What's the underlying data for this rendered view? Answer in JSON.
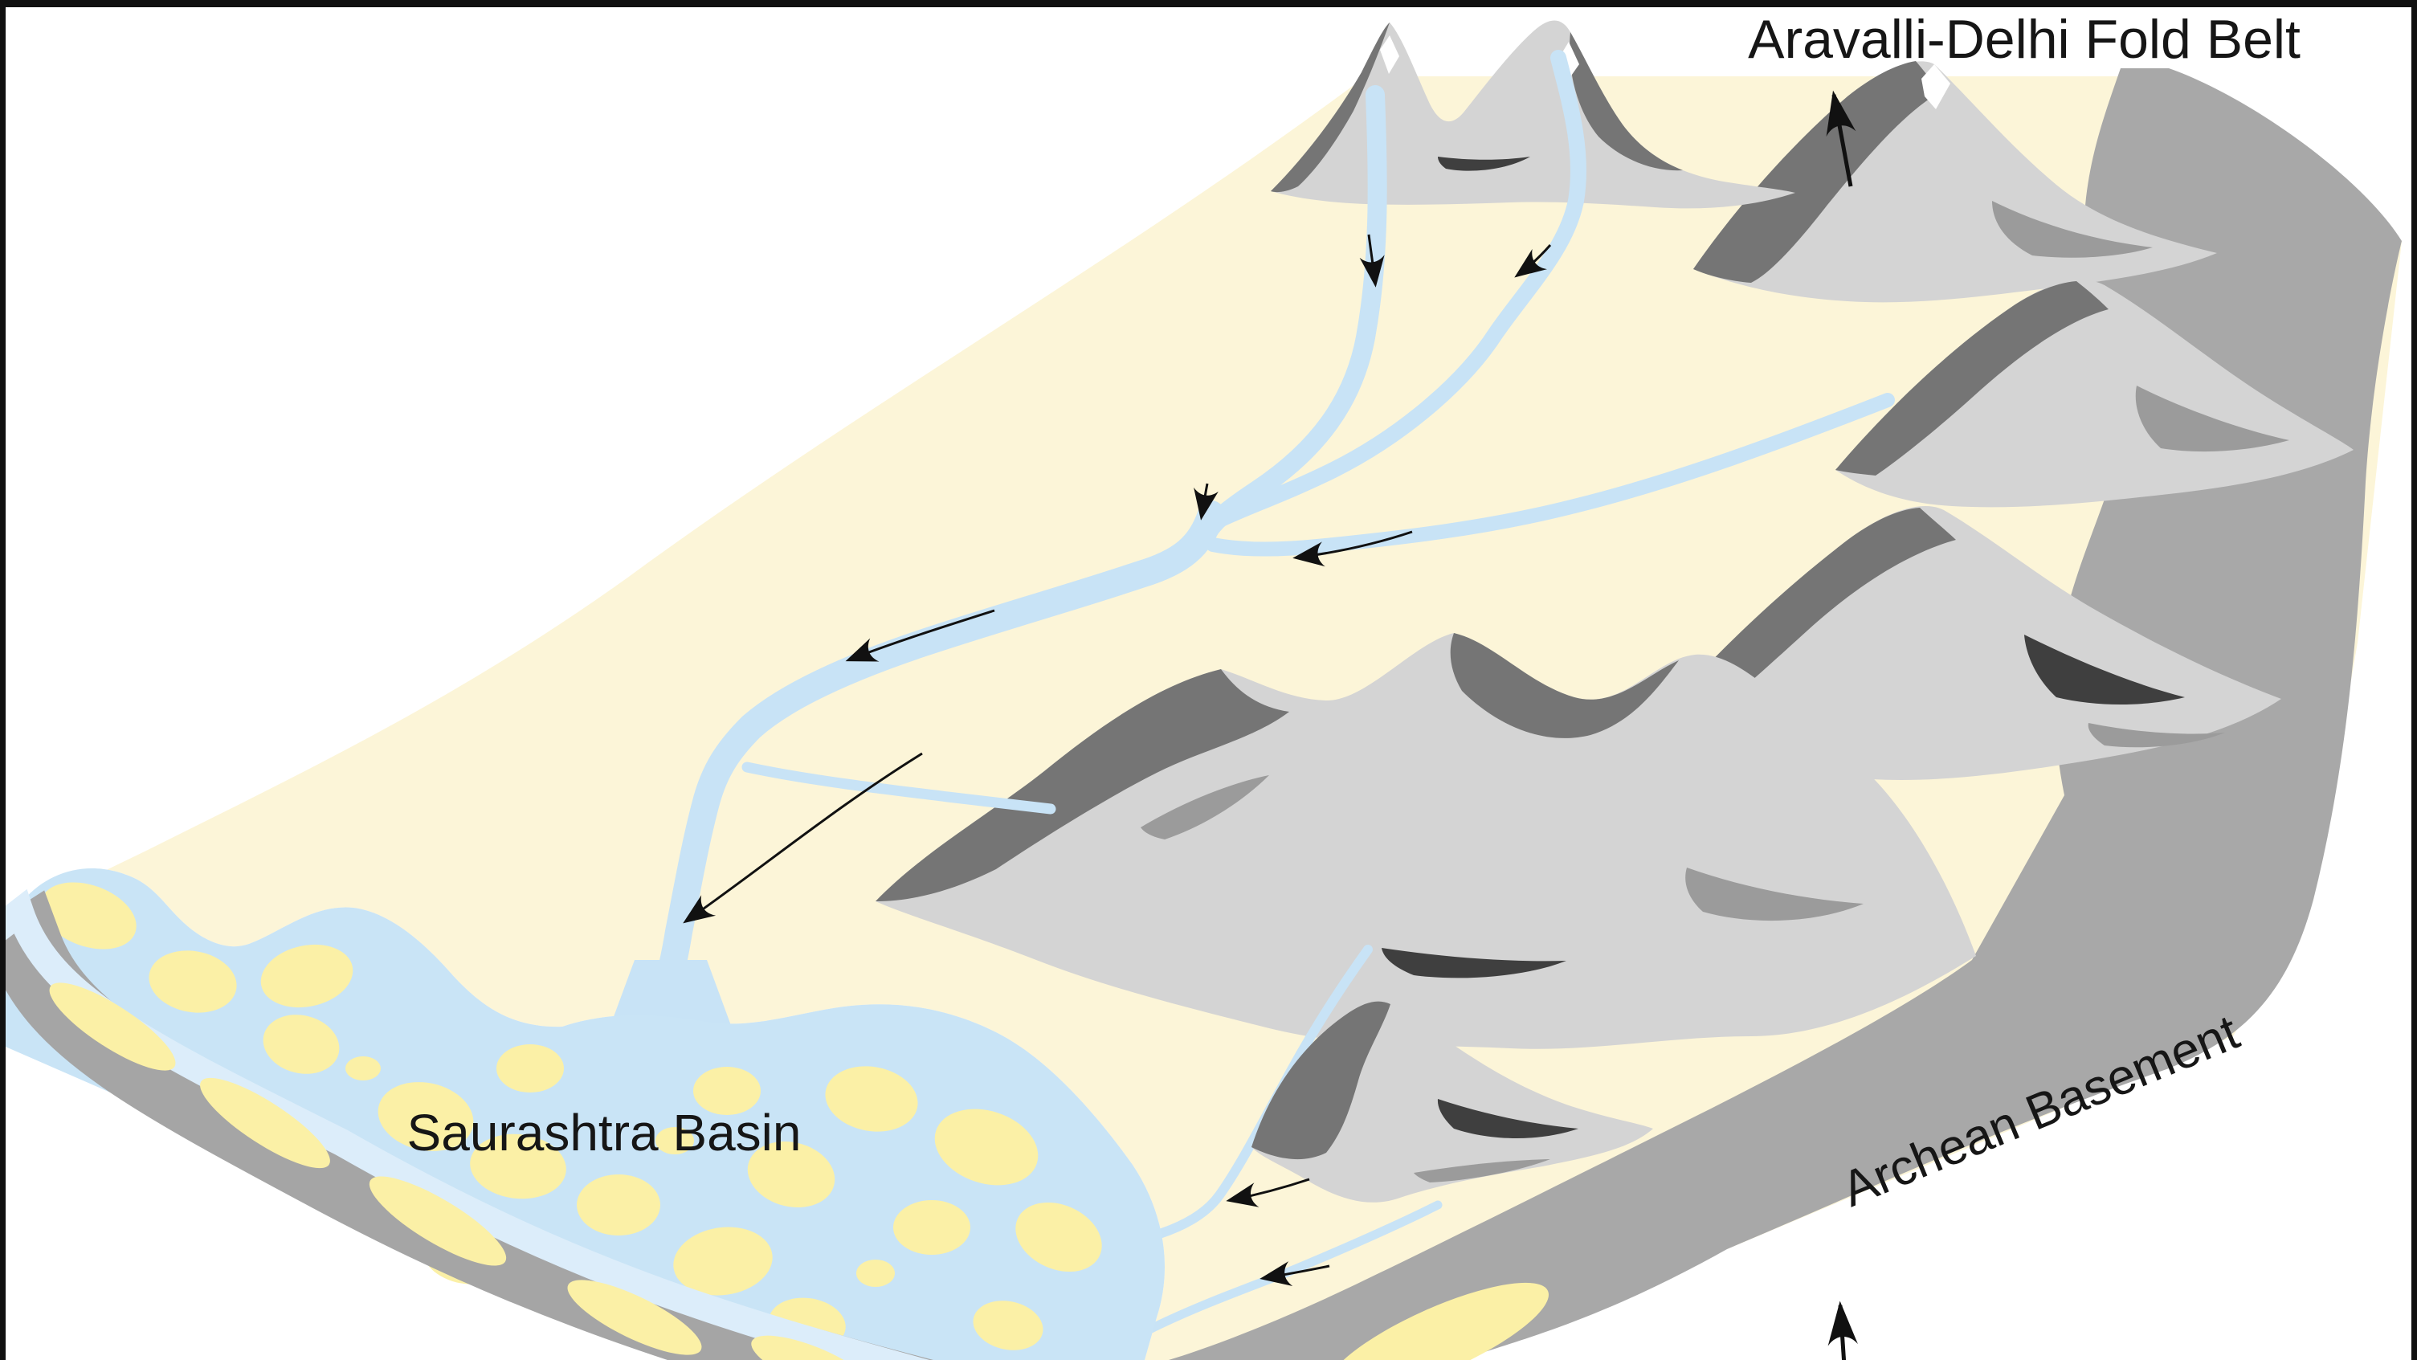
{
  "diagram": {
    "type": "geological block diagram",
    "labels": {
      "fold_belt": "Aravalli-Delhi Fold Belt",
      "basin": "Saurashtra Basin",
      "basement": "Archean Basement"
    },
    "features": [
      "fold-belt mountain ranges",
      "twin headwater peaks",
      "isolated hill",
      "river system with flow-direction arrows",
      "alluvial plain",
      "basin floor with sediment patches",
      "exposed basement block edge"
    ],
    "colors": {
      "background": "#FFFFFF",
      "plain_cream": "#FCF5D8",
      "water_blue": "#C8E3F6",
      "basin_blue": "#C9E4F6",
      "water_edge_blue": "#DCEDFA",
      "basement_gray": "#A8A8A8",
      "slab_side_gray": "#A5A5A5",
      "mountain_light": "#D4D4D4",
      "mountain_mid": "#9B9B9B",
      "mountain_dark": "#757575",
      "mountain_darkest": "#3F3F3F",
      "sediment_yellow": "#FBF0A6",
      "ink_black": "#111111"
    }
  }
}
